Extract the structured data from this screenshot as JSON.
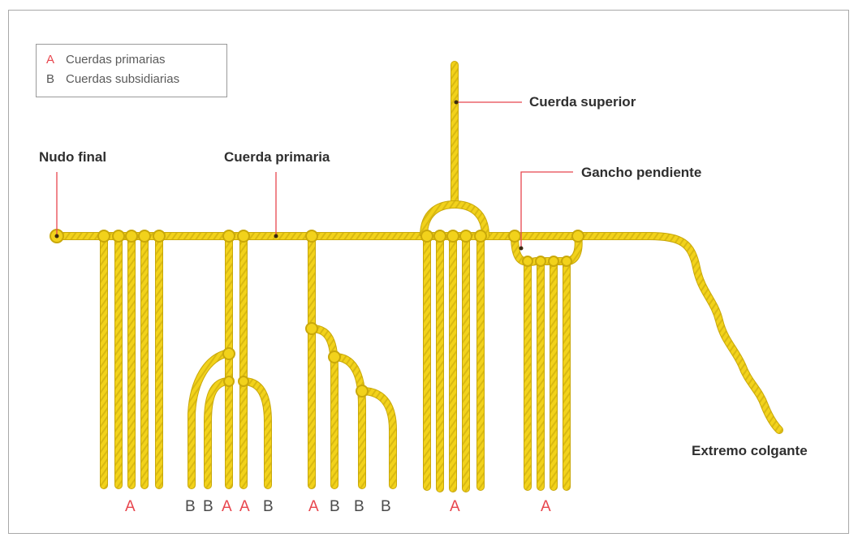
{
  "legend": {
    "items": [
      {
        "key": "A",
        "text": "Cuerdas primarias"
      },
      {
        "key": "B",
        "text": "Cuerdas subsidiarias"
      }
    ]
  },
  "labels": {
    "nudo_final": "Nudo final",
    "cuerda_primaria": "Cuerda primaria",
    "cuerda_superior": "Cuerda superior",
    "gancho_pendiente": "Gancho pendiente",
    "extremo_colgante": "Extremo colgante"
  },
  "cord_letters": [
    "A",
    "B",
    "B",
    "A",
    "A",
    "B",
    "A",
    "B",
    "B",
    "B",
    "A",
    "A"
  ],
  "colors": {
    "cord": "#f2d21b",
    "cord_shadow": "#c9a80a",
    "callout": "#e8464e",
    "letter_a": "#e8464e",
    "letter_b": "#4a4a4a"
  }
}
